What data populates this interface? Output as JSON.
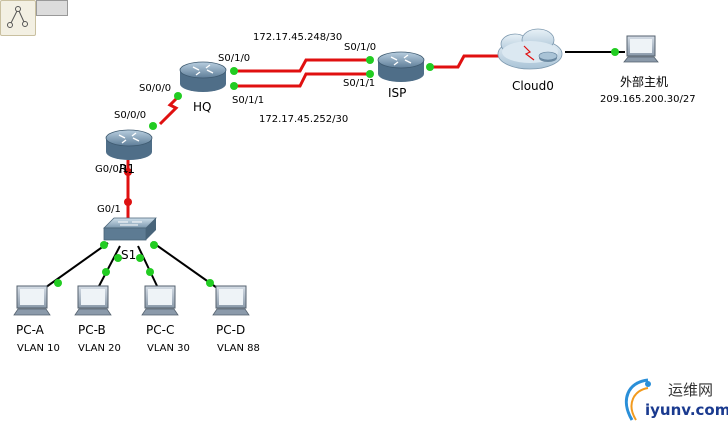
{
  "diagram": {
    "devices": {
      "hq": "HQ",
      "isp": "ISP",
      "r1": "R1",
      "s1": "S1",
      "cloud": "Cloud0",
      "ext_host": "外部主机",
      "pc_a": "PC-A",
      "pc_b": "PC-B",
      "pc_c": "PC-C",
      "pc_d": "PC-D"
    },
    "interfaces": {
      "hq_s010": "S0/1/0",
      "hq_s011": "S0/1/1",
      "hq_s000": "S0/0/0",
      "isp_s010": "S0/1/0",
      "isp_s011": "S0/1/1",
      "r1_s000": "S0/0/0",
      "r1_g001": "G0/0/1",
      "s1_g01": "G0/1"
    },
    "networks": {
      "link1": "172.17.45.248/30",
      "link2": "172.17.45.252/30",
      "ext_ip": "209.165.200.30/27"
    },
    "vlans": {
      "pc_a": "VLAN 10",
      "pc_b": "VLAN 20",
      "pc_c": "VLAN 30",
      "pc_d": "VLAN 88"
    },
    "colors": {
      "serial_link": "#e01010",
      "ethernet_link": "#000000",
      "port_up": "#22cc22",
      "port_down": "#dd1111"
    }
  },
  "watermark": {
    "site_cn": "运维网",
    "site_url": "iyunv.com"
  }
}
